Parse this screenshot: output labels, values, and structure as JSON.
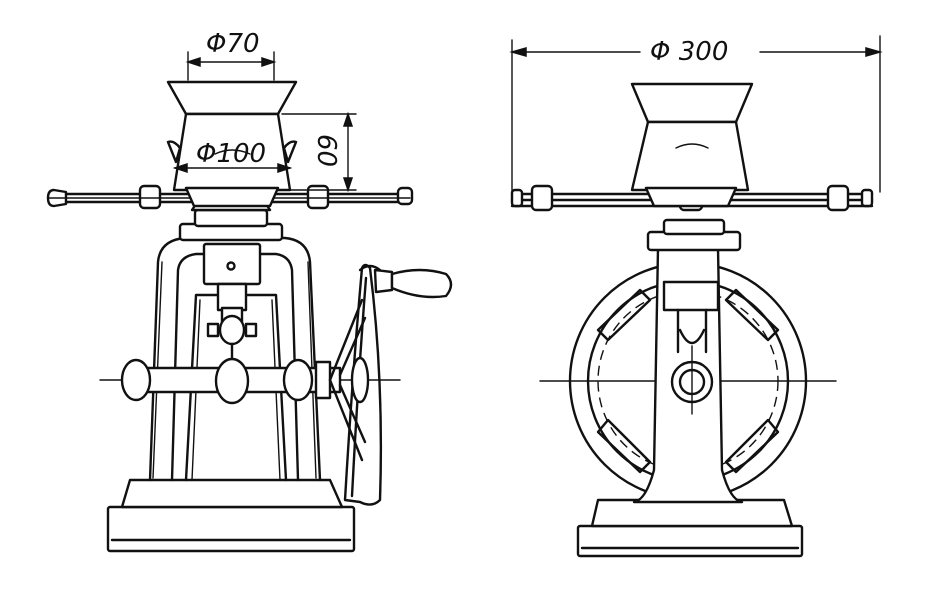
{
  "dimensions": {
    "top_inner_diameter": "Φ70",
    "hopper_diameter": "Φ100",
    "hopper_height": "60",
    "handle_span": "Φ 300"
  },
  "colors": {
    "ink": "#111111",
    "paper": "#ffffff"
  }
}
